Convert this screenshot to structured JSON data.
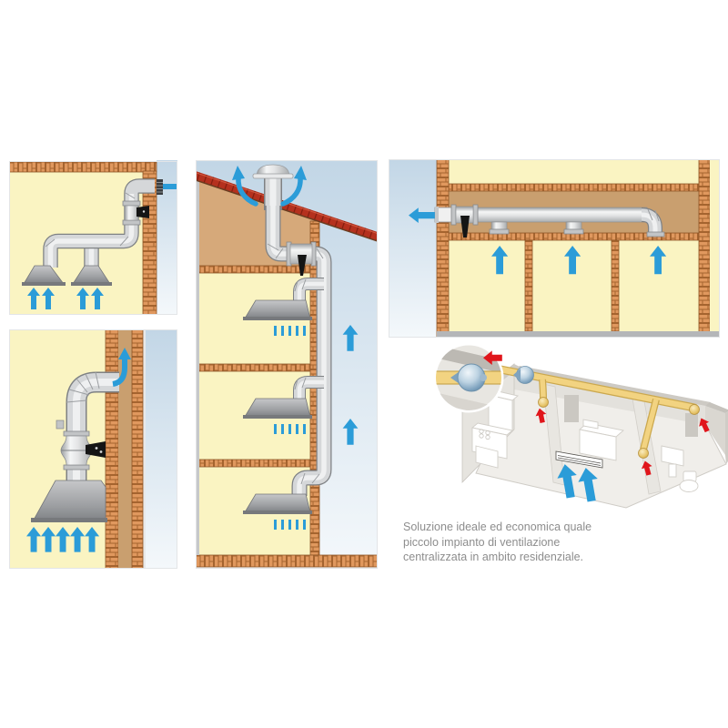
{
  "caption": {
    "lines": [
      "Soluzione ideale ed economica quale",
      "piccolo impianto di ventilazione",
      "centralizzata in ambito residenziale."
    ]
  },
  "palette": {
    "arrow_blue": "#2B9CD8",
    "arrow_red": "#E0151B",
    "duct_yellow": "#F2D381",
    "room_yellow": "#FAF4C2",
    "brick_orange": "#E0985E",
    "brick_line": "#A5642F",
    "cavity_tan": "#C99F6F",
    "attic_brown": "#D6A97A",
    "roof_tile_red": "#B5311E",
    "sky_blue": "#C2D6E6",
    "metal_gray": "#D5D7D9",
    "hood_gray": "#9EA0A3",
    "fan_black": "#151515",
    "wall_3d_gray": "#E3E1DC",
    "caption_gray": "#8D8D8D"
  },
  "icons": {
    "airflow_up": "blue-up-arrow-icon",
    "airflow_exhaust": "blue-right-arrow-icon",
    "roof_exhaust": "blue-curved-arrow-icon",
    "extract_point": "red-up-arrow-icon",
    "transfer_grille": "door-grille-icon",
    "inline_fan": "inline-fan-icon"
  }
}
